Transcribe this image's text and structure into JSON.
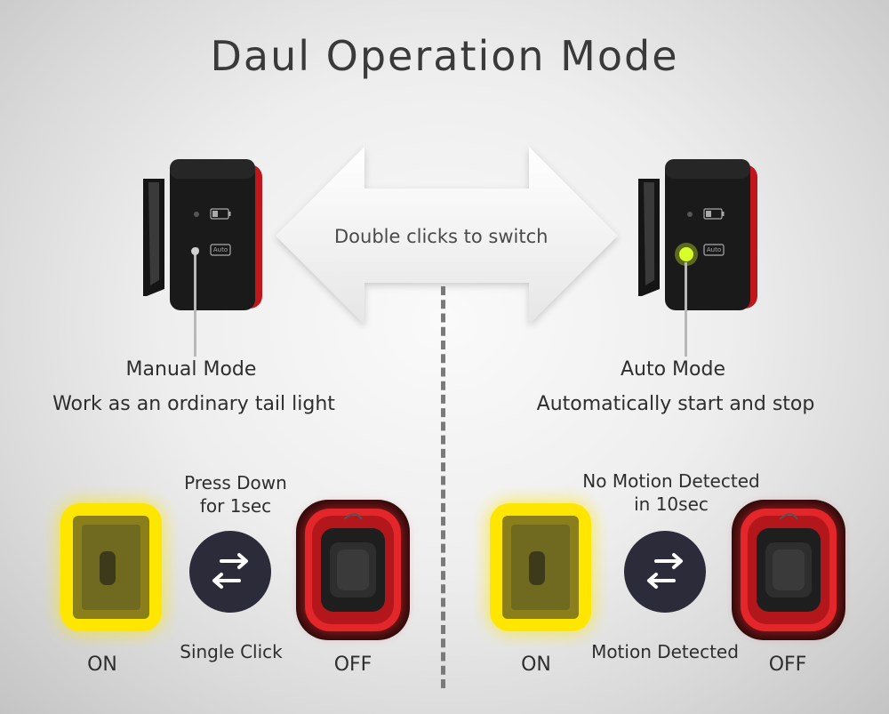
{
  "title": "Daul Operation Mode",
  "center_arrow": {
    "label": "Double clicks to switch"
  },
  "manual": {
    "mode_name": "Manual Mode",
    "mode_desc": "Work as an ordinary tail light",
    "trigger_top_line1": "Press Down",
    "trigger_top_line2": "for 1sec",
    "trigger_bottom": "Single Click",
    "state_on": "ON",
    "state_off": "OFF"
  },
  "auto": {
    "mode_name": "Auto Mode",
    "mode_desc": "Automatically start and stop",
    "trigger_top_line1": "No Motion Detected",
    "trigger_top_line2": "in 10sec",
    "trigger_bottom": "Motion Detected",
    "state_on": "ON",
    "state_off": "OFF"
  },
  "device_labels": {
    "button": "Auto"
  },
  "colors": {
    "light_on": "#ffe600",
    "light_off": "#e2262a",
    "auto_indicator": "#d9ff2a",
    "device_body": "#1a1a1a",
    "switch_circle": "#2b2b3a"
  }
}
